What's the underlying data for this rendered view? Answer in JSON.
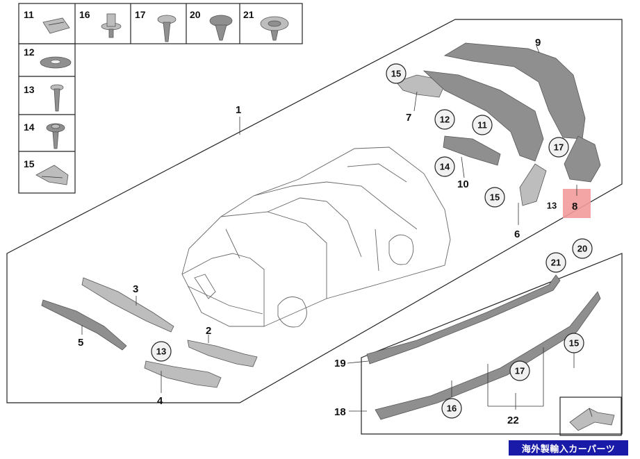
{
  "legend_items": [
    "11",
    "16",
    "17",
    "20",
    "21",
    "12",
    "13",
    "14",
    "15"
  ],
  "labels": {
    "p1": "1",
    "p2": "2",
    "p3": "3",
    "p4": "4",
    "p5": "5",
    "p6": "6",
    "p7": "7",
    "p8": "8",
    "p9": "9",
    "p10": "10",
    "p18": "18",
    "p19": "19",
    "p22": "22"
  },
  "callouts": {
    "c15a": "15",
    "c12": "12",
    "c11": "11",
    "c14": "14",
    "c17a": "17",
    "c15b": "15",
    "c13a": "13",
    "c13b": "13",
    "c21": "21",
    "c20": "20",
    "c15c": "15",
    "c17b": "17",
    "c16": "16"
  },
  "highlight_color": "#f29a9a",
  "watermark": "海外製輸入カーパーツ"
}
